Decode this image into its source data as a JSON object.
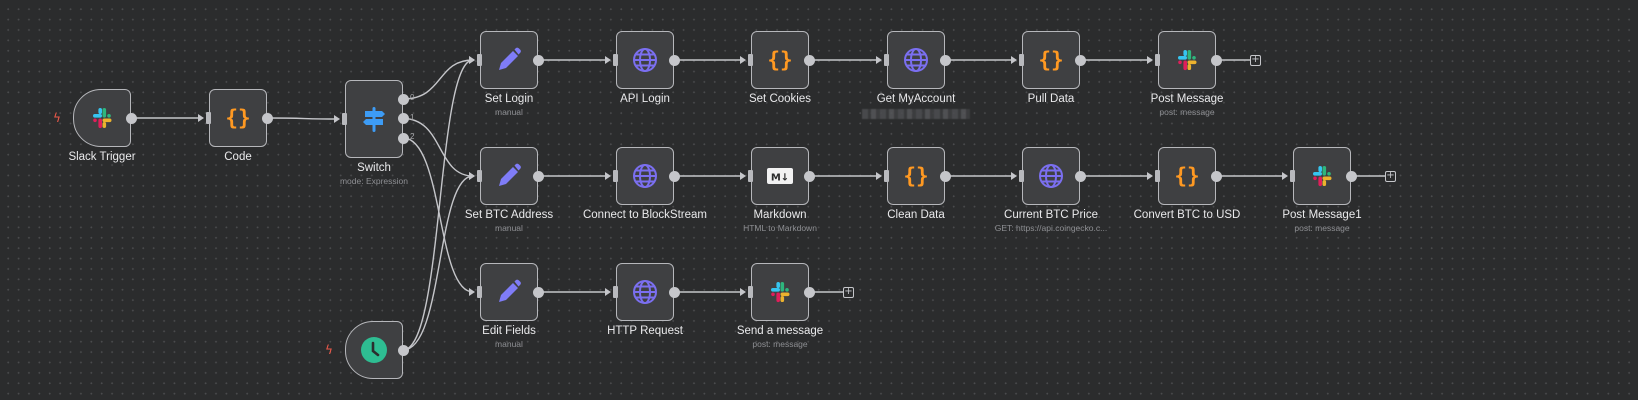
{
  "app": {
    "name": "n8n workflow editor canvas"
  },
  "colors": {
    "canvas_bg": "#2b2c2d",
    "node_bg": "#3f4042",
    "node_border": "#b6b7bb",
    "wire": "#c5c6ca",
    "code_orange": "#ff9922",
    "edit_purple": "#7f7cf7",
    "http_purple": "#7b6ff0",
    "switch_blue": "#3d9cf5",
    "schedule_green": "#2ebd92",
    "trigger_bolt": "#f05a4a"
  },
  "nodes": [
    {
      "id": "slack_trigger",
      "label": "Slack Trigger",
      "subtitle": "",
      "icon": "slack-icon",
      "kind": "trigger"
    },
    {
      "id": "code",
      "label": "Code",
      "subtitle": "",
      "icon": "code-braces-icon"
    },
    {
      "id": "switch",
      "label": "Switch",
      "subtitle": "mode: Expression",
      "icon": "signpost-icon",
      "outputs": [
        "0",
        "1",
        "2"
      ]
    },
    {
      "id": "schedule",
      "label": "",
      "subtitle": "",
      "icon": "clock-icon",
      "kind": "trigger"
    },
    {
      "id": "set_login",
      "label": "Set Login",
      "subtitle": "manual",
      "icon": "pencil-icon"
    },
    {
      "id": "api_login",
      "label": "API Login",
      "subtitle": "",
      "icon": "globe-icon"
    },
    {
      "id": "set_cookies",
      "label": "Set Cookies",
      "subtitle": "",
      "icon": "code-braces-icon"
    },
    {
      "id": "get_myaccount",
      "label": "Get MyAccount",
      "subtitle": "[redacted]",
      "icon": "globe-icon"
    },
    {
      "id": "pull_data",
      "label": "Pull Data",
      "subtitle": "",
      "icon": "code-braces-icon"
    },
    {
      "id": "post_message",
      "label": "Post Message",
      "subtitle": "post: message",
      "icon": "slack-icon"
    },
    {
      "id": "set_btc_address",
      "label": "Set BTC Address",
      "subtitle": "manual",
      "icon": "pencil-icon"
    },
    {
      "id": "connect_blockstream",
      "label": "Connect to BlockStream",
      "subtitle": "",
      "icon": "globe-icon"
    },
    {
      "id": "markdown",
      "label": "Markdown",
      "subtitle": "HTML to Markdown",
      "icon": "markdown-icon"
    },
    {
      "id": "clean_data",
      "label": "Clean Data",
      "subtitle": "",
      "icon": "code-braces-icon"
    },
    {
      "id": "current_btc_price",
      "label": "Current BTC Price",
      "subtitle": "GET: https://api.coingecko.c...",
      "icon": "globe-icon"
    },
    {
      "id": "convert_btc_usd",
      "label": "Convert BTC to USD",
      "subtitle": "",
      "icon": "code-braces-icon"
    },
    {
      "id": "post_message1",
      "label": "Post Message1",
      "subtitle": "post: message",
      "icon": "slack-icon"
    },
    {
      "id": "edit_fields",
      "label": "Edit Fields",
      "subtitle": "manual",
      "icon": "pencil-icon"
    },
    {
      "id": "http_request",
      "label": "HTTP Request",
      "subtitle": "",
      "icon": "globe-icon"
    },
    {
      "id": "send_a_message",
      "label": "Send a message",
      "subtitle": "post: message",
      "icon": "slack-icon"
    }
  ],
  "connections": [
    [
      "slack_trigger",
      "code"
    ],
    [
      "code",
      "switch"
    ],
    [
      "switch:0",
      "set_login"
    ],
    [
      "switch:1",
      "set_btc_address"
    ],
    [
      "switch:2",
      "edit_fields"
    ],
    [
      "schedule",
      "set_login"
    ],
    [
      "schedule",
      "set_btc_address"
    ],
    [
      "set_login",
      "api_login"
    ],
    [
      "api_login",
      "set_cookies"
    ],
    [
      "set_cookies",
      "get_myaccount"
    ],
    [
      "get_myaccount",
      "pull_data"
    ],
    [
      "pull_data",
      "post_message"
    ],
    [
      "set_btc_address",
      "connect_blockstream"
    ],
    [
      "connect_blockstream",
      "markdown"
    ],
    [
      "markdown",
      "clean_data"
    ],
    [
      "clean_data",
      "current_btc_price"
    ],
    [
      "current_btc_price",
      "convert_btc_usd"
    ],
    [
      "convert_btc_usd",
      "post_message1"
    ],
    [
      "edit_fields",
      "http_request"
    ],
    [
      "http_request",
      "send_a_message"
    ]
  ],
  "add_buttons": [
    {
      "after": "post_message",
      "label": "+"
    },
    {
      "after": "post_message1",
      "label": "+"
    },
    {
      "after": "send_a_message",
      "label": "+"
    }
  ],
  "trigger_bolt_glyph": "ϟ"
}
